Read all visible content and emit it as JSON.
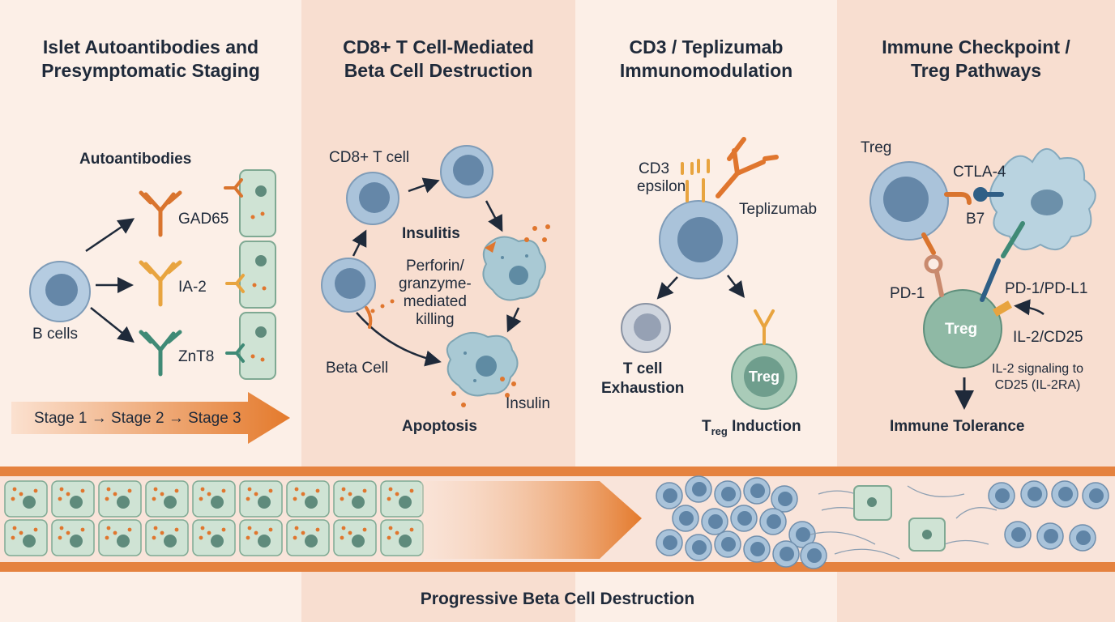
{
  "panels": [
    {
      "title_line1": "Islet Autoantibodies and",
      "title_line2": "Presymptomatic Staging"
    },
    {
      "title_line1": "CD8+ T Cell-Mediated",
      "title_line2": "Beta Cell Destruction"
    },
    {
      "title_line1": "CD3 / Teplizumab",
      "title_line2": "Immunomodulation"
    },
    {
      "title_line1": "Immune Checkpoint /",
      "title_line2": "Treg Pathways"
    }
  ],
  "panel1": {
    "autoantibodies": "Autoantibodies",
    "gad65": "GAD65",
    "ia2": "IA-2",
    "znt8": "ZnT8",
    "b_cells": "B cells",
    "stages": "Stage 1 → Stage 2 → Stage 3"
  },
  "panel2": {
    "cd8_t_cell": "CD8+ T cell",
    "insulitis": "Insulitis",
    "perforin_l1": "Perforin/",
    "perforin_l2": "granzyme-",
    "perforin_l3": "mediated",
    "perforin_l4": "killing",
    "beta_cell": "Beta Cell",
    "insulin": "Insulin",
    "apoptosis": "Apoptosis"
  },
  "panel3": {
    "cd3_l1": "CD3",
    "cd3_l2": "epsilon",
    "teplizumab": "Teplizumab",
    "exhaustion_l1": "T cell",
    "exhaustion_l2": "Exhaustion",
    "treg": "Treg",
    "treg_induction_t": "T",
    "treg_induction_sub": "reg",
    "treg_induction_rest": " Induction"
  },
  "panel4": {
    "treg_top": "Treg",
    "ctla4": "CTLA-4",
    "b7": "B7",
    "pd1": "PD-1",
    "pd1_pdl1": "PD-1/PD-L1",
    "treg_center": "Treg",
    "il2_cd25": "IL-2/CD25",
    "il2_signal_l1": "IL-2 signaling to",
    "il2_signal_l2": "CD25 (IL-2RA)",
    "tolerance": "Immune Tolerance"
  },
  "bottom": {
    "caption": "Progressive Beta Cell Destruction"
  },
  "colors": {
    "background": "#fbece4",
    "panel_alt": "#f8dfcf",
    "orange_accent": "#e2782f",
    "teal_cell": "#cfe2d4",
    "blue_cell": "#a9c3d9",
    "blue_nucleus": "#5f84a6",
    "treg_green": "#6f9e8d"
  }
}
